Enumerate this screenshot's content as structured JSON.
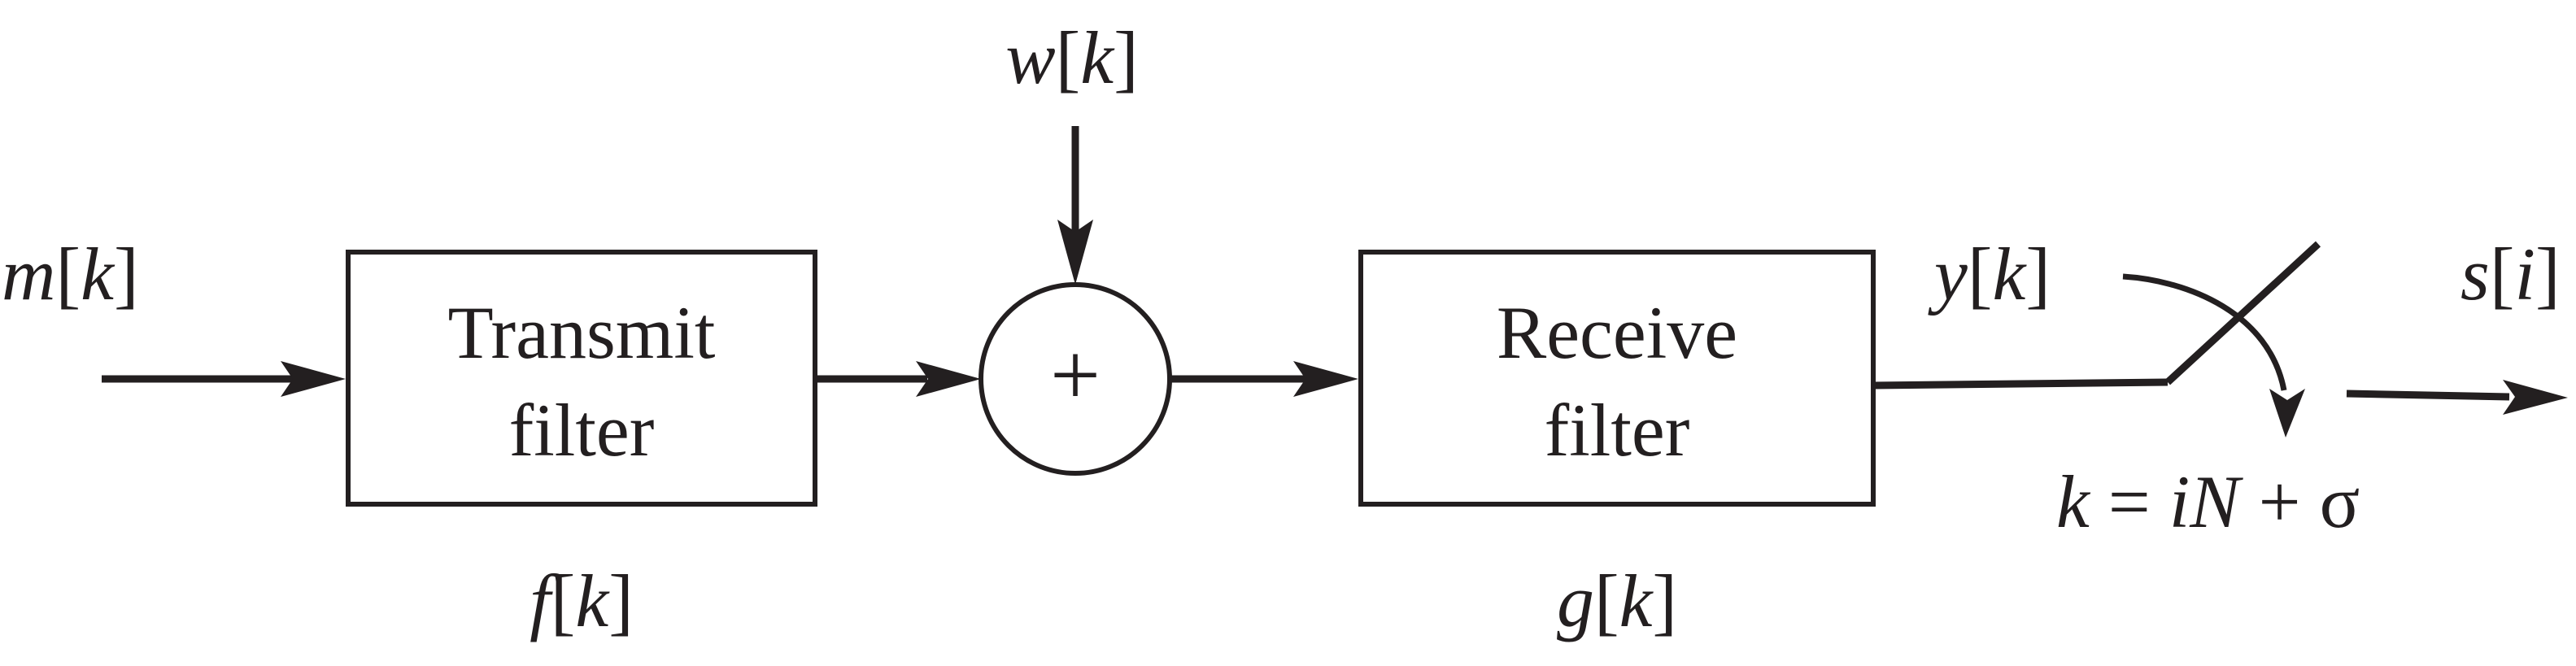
{
  "signals": {
    "input": {
      "name": "m",
      "index": "k"
    },
    "noise": {
      "name": "w",
      "index": "k"
    },
    "received": {
      "name": "y",
      "index": "k"
    },
    "output": {
      "name": "s",
      "index": "i"
    }
  },
  "blocks": {
    "transmit": {
      "line1": "Transmit",
      "line2": "filter",
      "resp_name": "f",
      "resp_index": "k"
    },
    "receive": {
      "line1": "Receive",
      "line2": "filter",
      "resp_name": "g",
      "resp_index": "k"
    }
  },
  "summer": {
    "symbol": "+"
  },
  "sampler": {
    "lhs": "k",
    "eq": " = ",
    "i": "i",
    "N": "N",
    "plus": " + ",
    "sigma": "σ"
  }
}
